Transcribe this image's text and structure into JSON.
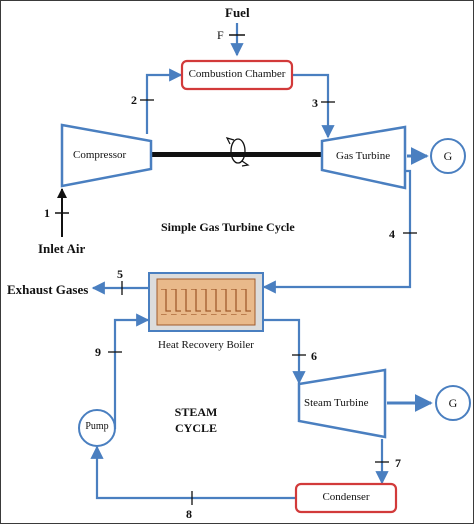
{
  "fuel": {
    "label": "Fuel",
    "flow_symbol": "F"
  },
  "components": {
    "combustion_chamber": "Combustion Chamber",
    "compressor": "Compressor",
    "gas_turbine": "Gas Turbine",
    "generator_1": "G",
    "heat_recovery_boiler": "Heat Recovery Boiler",
    "steam_turbine": "Steam Turbine",
    "generator_2": "G",
    "pump": "Pump",
    "condenser": "Condenser"
  },
  "streams": {
    "s1": "1",
    "s2": "2",
    "s3": "3",
    "s4": "4",
    "s5": "5",
    "s6": "6",
    "s7": "7",
    "s8": "8",
    "s9": "9"
  },
  "labels": {
    "inlet_air": "Inlet Air",
    "exhaust_gases": "Exhaust Gases",
    "gas_cycle": "Simple Gas Turbine Cycle",
    "steam_cycle_line1": "STEAM",
    "steam_cycle_line2": "CYCLE"
  },
  "colors": {
    "flow_line": "#4a7fc0",
    "chamber_border": "#d23a3a",
    "shaft": "#111111",
    "hrsg_fill": "#e9b98a"
  },
  "icons": {
    "shaft_rotation": "rotation-arrow-icon"
  }
}
